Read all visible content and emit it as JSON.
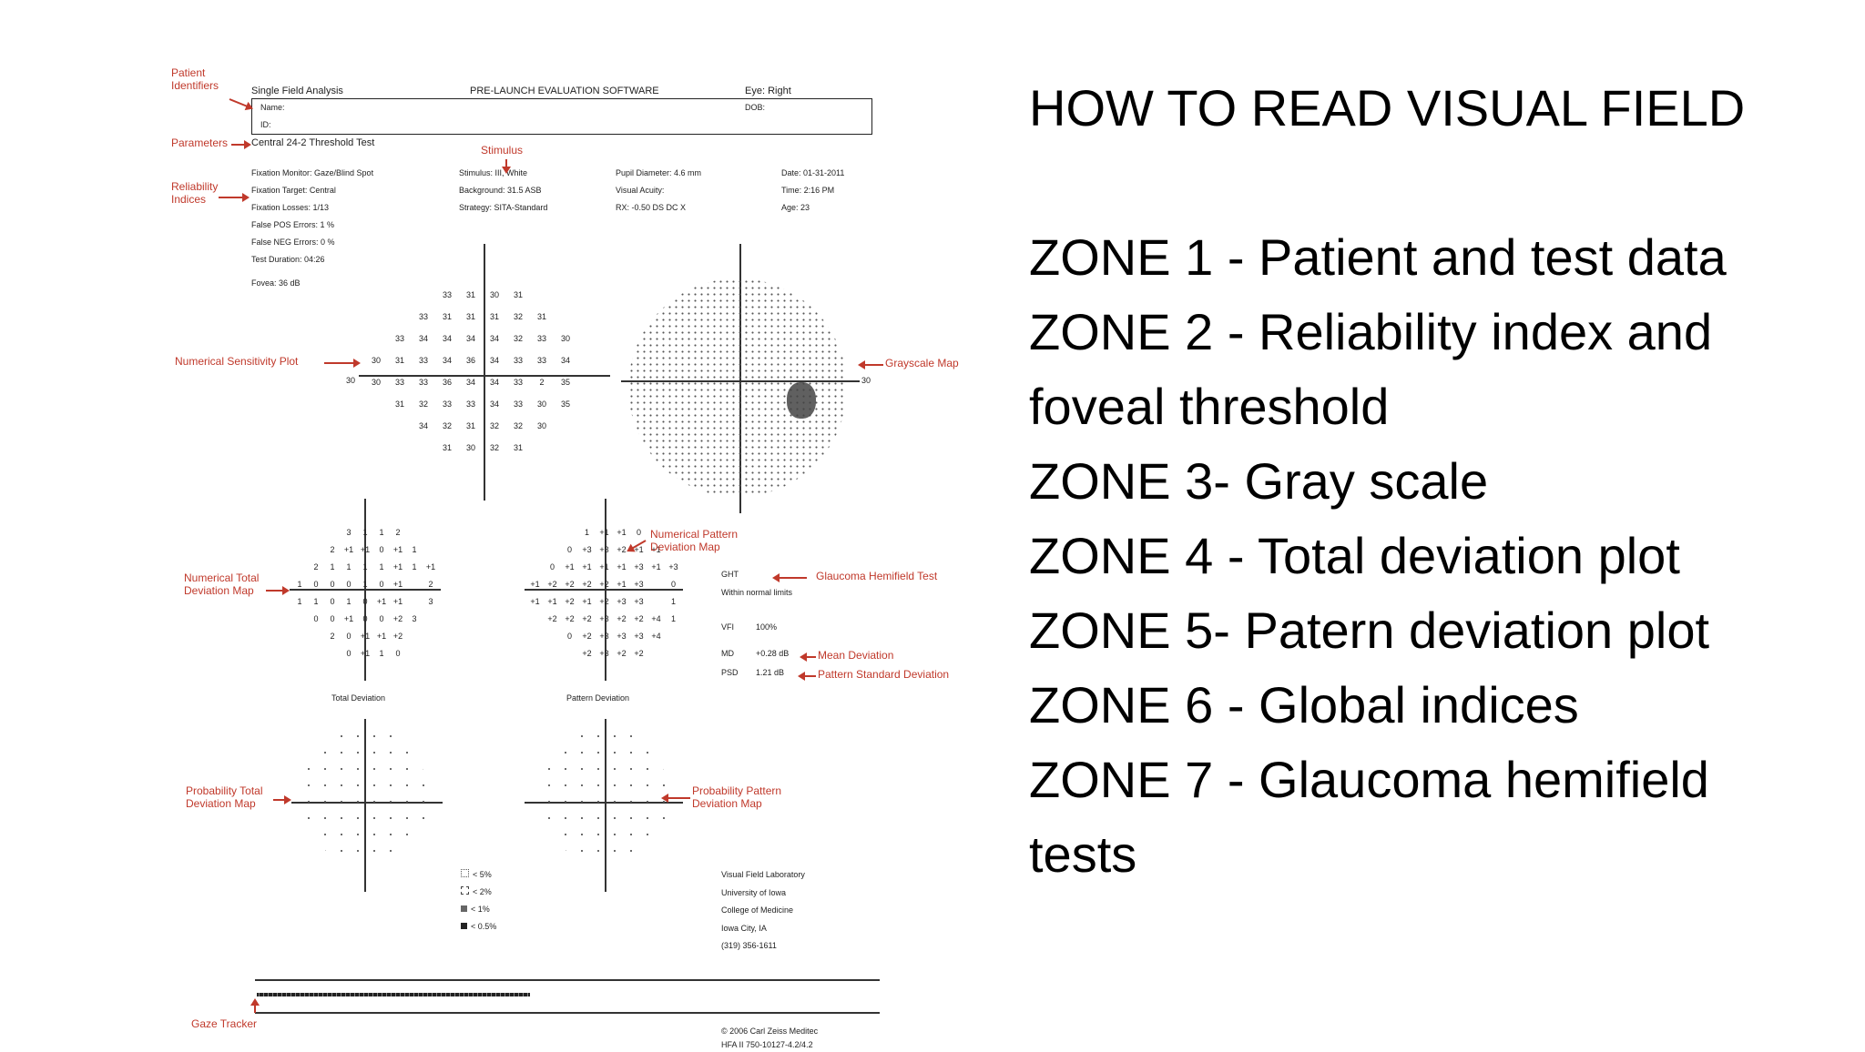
{
  "report": {
    "header_left": "Single Field Analysis",
    "header_mid": "PRE-LAUNCH EVALUATION SOFTWARE",
    "header_eye": "Eye: Right",
    "name_label": "Name:",
    "id_label": "ID:",
    "dob_label": "DOB:",
    "test_name": "Central 24-2 Threshold Test",
    "col1": [
      "Fixation Monitor: Gaze/Blind Spot",
      "Fixation Target: Central",
      "Fixation Losses: 1/13",
      "False POS Errors: 1 %",
      "False NEG Errors: 0 %",
      "Test Duration: 04:26"
    ],
    "fovea": "Fovea: 36 dB",
    "col2": [
      "Stimulus: III, White",
      "Background: 31.5 ASB",
      "Strategy: SITA-Standard"
    ],
    "col3": [
      "Pupil Diameter: 4.6 mm",
      "Visual Acuity:",
      "RX: -0.50 DS     DC  X"
    ],
    "col4": [
      "Date: 01-31-2011",
      "Time: 2:16 PM",
      "Age: 23"
    ],
    "sensitivity_rows": [
      [
        "",
        "",
        "",
        "33",
        "31",
        "30",
        "31",
        "",
        "",
        ""
      ],
      [
        "",
        "",
        "33",
        "31",
        "31",
        "31",
        "32",
        "31",
        "",
        ""
      ],
      [
        "",
        "33",
        "34",
        "34",
        "34",
        "34",
        "32",
        "33",
        "30",
        ""
      ],
      [
        "30",
        "31",
        "33",
        "34",
        "36",
        "34",
        "33",
        "33",
        "34",
        ""
      ],
      [
        "30",
        "33",
        "33",
        "36",
        "34",
        "34",
        "33",
        "2",
        "35",
        ""
      ],
      [
        "",
        "31",
        "32",
        "33",
        "33",
        "34",
        "33",
        "30",
        "35",
        ""
      ],
      [
        "",
        "",
        "34",
        "32",
        "31",
        "32",
        "32",
        "30",
        "",
        ""
      ],
      [
        "",
        "",
        "",
        "31",
        "30",
        "32",
        "31",
        "",
        "",
        ""
      ]
    ],
    "axis_30_left": "30",
    "axis_30_right": "30",
    "total_dev_rows": [
      [
        "",
        "",
        "",
        "3",
        "1",
        "1",
        "2",
        "",
        ""
      ],
      [
        "",
        "",
        "2",
        "+1",
        "+1",
        "0",
        "+1",
        "1",
        ""
      ],
      [
        "",
        "2",
        "1",
        "1",
        "1",
        "1",
        "+1",
        "1",
        "+1"
      ],
      [
        "1",
        "0",
        "0",
        "0",
        "1",
        "0",
        "+1",
        "",
        "2"
      ],
      [
        "1",
        "1",
        "0",
        "1",
        "0",
        "+1",
        "+1",
        "",
        "3"
      ],
      [
        "",
        "0",
        "0",
        "+1",
        "0",
        "0",
        "+2",
        "3",
        ""
      ],
      [
        "",
        "",
        "2",
        "0",
        "+1",
        "+1",
        "+2",
        "",
        ""
      ],
      [
        "",
        "",
        "",
        "0",
        "+1",
        "1",
        "0",
        "",
        ""
      ]
    ],
    "pattern_dev_rows": [
      [
        "",
        "",
        "",
        "1",
        "+1",
        "+1",
        "0",
        "",
        ""
      ],
      [
        "",
        "",
        "0",
        "+3",
        "+3",
        "+2",
        "+1",
        "+1",
        ""
      ],
      [
        "",
        "0",
        "+1",
        "+1",
        "+1",
        "+1",
        "+3",
        "+1",
        "+3"
      ],
      [
        "+1",
        "+2",
        "+2",
        "+2",
        "+2",
        "+1",
        "+3",
        "",
        "0"
      ],
      [
        "+1",
        "+1",
        "+2",
        "+1",
        "+2",
        "+3",
        "+3",
        "",
        "1"
      ],
      [
        "",
        "+2",
        "+2",
        "+2",
        "+3",
        "+2",
        "+2",
        "+4",
        "1"
      ],
      [
        "",
        "",
        "0",
        "+2",
        "+3",
        "+3",
        "+3",
        "+4",
        ""
      ],
      [
        "",
        "",
        "",
        "+2",
        "+3",
        "+2",
        "+2",
        "",
        ""
      ]
    ],
    "ght_label": "GHT",
    "ght_value": "Within normal limits",
    "vfi_label": "VFI",
    "vfi_value": "100%",
    "md_label": "MD",
    "md_value": "+0.28 dB",
    "psd_label": "PSD",
    "psd_value": "1.21 dB",
    "total_deviation_title": "Total Deviation",
    "pattern_deviation_title": "Pattern Deviation",
    "legend": [
      "< 5%",
      "< 2%",
      "< 1%",
      "< 0.5%"
    ],
    "lab_lines": [
      "Visual Field Laboratory",
      "University of Iowa",
      "College of Medicine",
      "Iowa City, IA",
      "(319) 356-1611"
    ],
    "footer_lines": [
      "© 2006 Carl Zeiss Meditec",
      "HFA II 750-10127-4.2/4.2"
    ]
  },
  "annotations": {
    "patient_identifiers": "Patient\nIdentifiers",
    "parameters": "Parameters",
    "stimulus": "Stimulus",
    "reliability_indices": "Reliability\nIndices",
    "numerical_sensitivity_plot": "Numerical Sensitivity Plot",
    "grayscale_map": "Grayscale Map",
    "numerical_pattern_deviation_map": "Numerical Pattern\nDeviation Map",
    "glaucoma_hemifield_test": "Glaucoma Hemifield Test",
    "numerical_total_deviation_map": "Numerical Total\nDeviation Map",
    "mean_deviation": "Mean Deviation",
    "pattern_standard_deviation": "Pattern Standard Deviation",
    "probability_total_deviation_map": "Probability Total\nDeviation Map",
    "probability_pattern_deviation_map": "Probability Pattern\nDeviation Map",
    "gaze_tracker": "Gaze Tracker"
  },
  "slide": {
    "title": "HOW TO READ VISUAL FIELD",
    "zones": [
      "ZONE 1 - Patient and test data",
      "ZONE 2 -  Reliability index and",
      "foveal threshold",
      "ZONE 3- Gray scale",
      "ZONE 4 - Total deviation plot",
      "ZONE 5- Patern deviation plot",
      "ZONE 6 - Global indices",
      "ZONE 7 - Glaucoma hemifield",
      "tests"
    ]
  },
  "colors": {
    "annotation": "#c0392b",
    "text": "#111111"
  }
}
